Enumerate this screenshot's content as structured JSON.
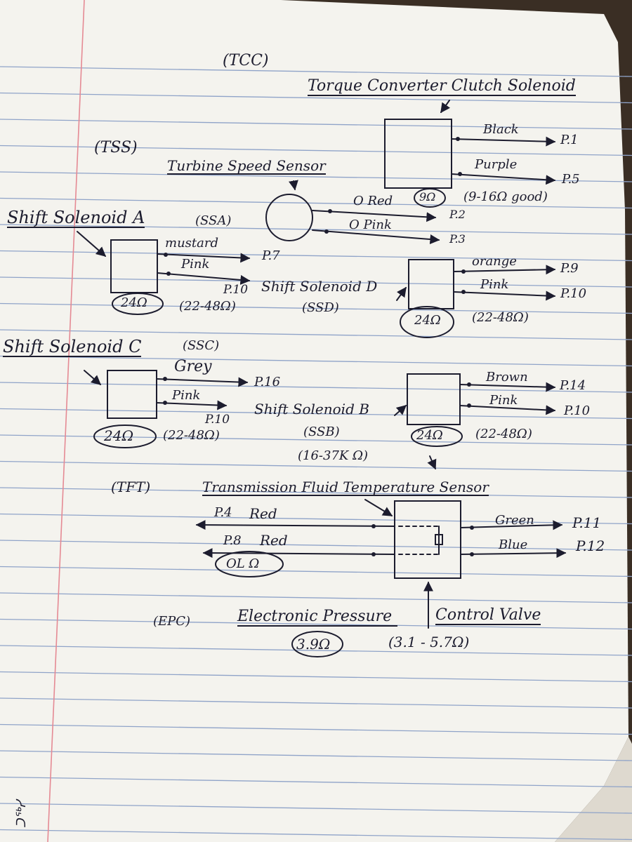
{
  "colors": {
    "paper": "#f4f3ee",
    "rule_line": "#8fa3c8",
    "margin_line": "#e58a94",
    "ink": "#1c1c2e",
    "background": "#3a2e24"
  },
  "tcc": {
    "abbr": "(TCC)",
    "title": "Torque Converter Clutch Solenoid",
    "wire1_color": "Black",
    "wire1_pin": "P.1",
    "wire2_color": "Purple",
    "wire2_pin": "P.5",
    "resistance": "9Ω",
    "spec": "(9-16Ω good)"
  },
  "tss": {
    "abbr": "(TSS)",
    "title": "Turbine Speed Sensor",
    "wire1_color": "O Red",
    "wire1_pin": "P.2",
    "wire2_color": "O Pink",
    "wire2_pin": "P.3"
  },
  "ssa": {
    "title": "Shift Solenoid A",
    "abbr": "(SSA)",
    "wire1_color": "mustard",
    "wire1_pin": "P.7",
    "wire2_color": "Pink",
    "wire2_pin": "P.10",
    "resistance": "24Ω",
    "spec": "(22-48Ω)"
  },
  "ssd": {
    "title": "Shift Solenoid D",
    "abbr": "(SSD)",
    "wire1_color": "orange",
    "wire1_pin": "P.9",
    "wire2_color": "Pink",
    "wire2_pin": "P.10",
    "resistance": "24Ω",
    "spec": "(22-48Ω)"
  },
  "ssc": {
    "title": "Shift Solenoid C",
    "abbr": "(SSC)",
    "wire1_color": "Grey",
    "wire1_pin": "P.16",
    "wire2_color": "Pink",
    "wire2_pin": "P.10",
    "resistance": "24Ω",
    "spec": "(22-48Ω)"
  },
  "ssb": {
    "title": "Shift Solenoid B",
    "abbr": "(SSB)",
    "wire1_color": "Brown",
    "wire1_pin": "P.14",
    "wire2_color": "Pink",
    "wire2_pin": "P.10",
    "resistance": "24Ω",
    "spec": "(22-48Ω)"
  },
  "tft": {
    "abbr": "(TFT)",
    "title": "Transmission Fluid Temperature Sensor",
    "spec": "(16-37K Ω)",
    "wire1_color": "Red",
    "wire1_pin": "P.4",
    "wire2_color": "Red",
    "wire2_pin": "P.8",
    "reading": "OL Ω"
  },
  "epc": {
    "abbr": "(EPC)",
    "title_part1": "Electronic Pressure",
    "title_part2": "Control Valve",
    "wire1_color": "Green",
    "wire1_pin": "P.11",
    "wire2_color": "Blue",
    "wire2_pin": "P.12",
    "resistance": "3.9Ω",
    "spec": "(3.1 - 5.7Ω)"
  },
  "margin_note": "ᑐᖅᓯ"
}
